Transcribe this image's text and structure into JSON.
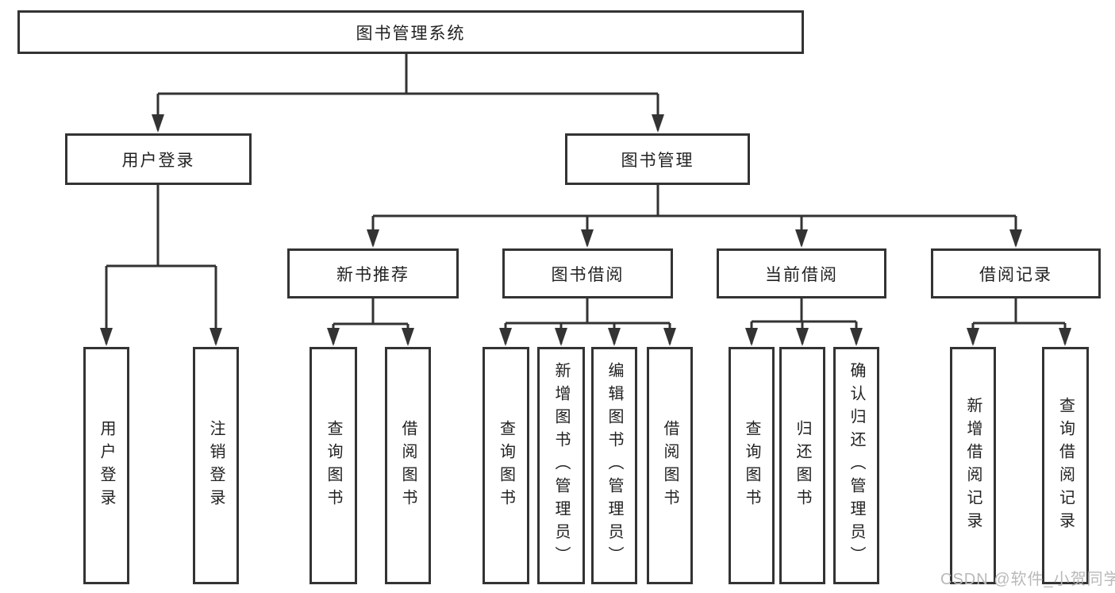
{
  "tree": {
    "root": {
      "label": "图书管理系统"
    },
    "children": [
      {
        "label": "用户登录",
        "children": [
          {
            "label": "用户登录"
          },
          {
            "label": "注销登录"
          }
        ]
      },
      {
        "label": "图书管理",
        "children": [
          {
            "label": "新书推荐",
            "children": [
              {
                "label": "查询图书"
              },
              {
                "label": "借阅图书"
              }
            ]
          },
          {
            "label": "图书借阅",
            "children": [
              {
                "label": "查询图书"
              },
              {
                "label": "新增图书（管理员）"
              },
              {
                "label": "编辑图书（管理员）"
              },
              {
                "label": "借阅图书"
              }
            ]
          },
          {
            "label": "当前借阅",
            "children": [
              {
                "label": "查询图书"
              },
              {
                "label": "归还图书"
              },
              {
                "label": "确认归还（管理员）"
              }
            ]
          },
          {
            "label": "借阅记录",
            "children": [
              {
                "label": "新增借阅记录"
              },
              {
                "label": "查询借阅记录"
              }
            ]
          }
        ]
      }
    ]
  },
  "watermark": {
    "text": "CSDN @软件_小贺同学"
  },
  "colors": {
    "line": "#333333",
    "text": "#222222",
    "watermark": "#b9b9b9",
    "background": "#ffffff"
  }
}
